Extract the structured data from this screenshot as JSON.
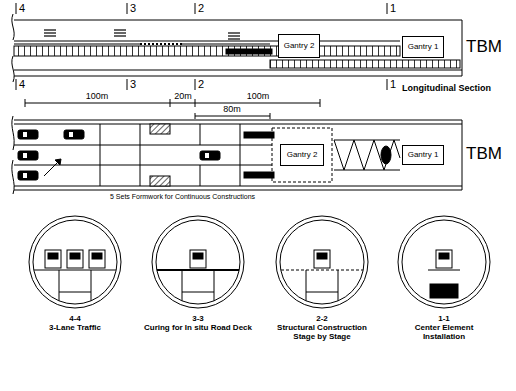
{
  "diagram": {
    "nodes": [
      {
        "text": [
          "Gantry 2"
        ]
      },
      {
        "text": [
          "Gantry 1"
        ]
      },
      {
        "text": [
          "Gantry 2"
        ]
      },
      {
        "text": [
          "Gantry 1"
        ]
      },
      {
        "text": [
          "4-4",
          "3-Lane Traffic"
        ]
      },
      {
        "text": [
          "3-3",
          "Curing for In situ Road Deck"
        ]
      },
      {
        "text": [
          "2-2",
          "Structural Construction Stage by Stage"
        ]
      },
      {
        "text": [
          "1-1",
          "Center Element Installation"
        ]
      }
    ],
    "labels": [
      "4",
      "3",
      "2",
      "1",
      "TBM",
      "4",
      "3",
      "2",
      "1",
      "Longitudinal Section",
      "100m",
      "20m",
      "100m",
      "80m",
      "TBM",
      "5 Sets Formwork for Continuous Constructions"
    ]
  }
}
